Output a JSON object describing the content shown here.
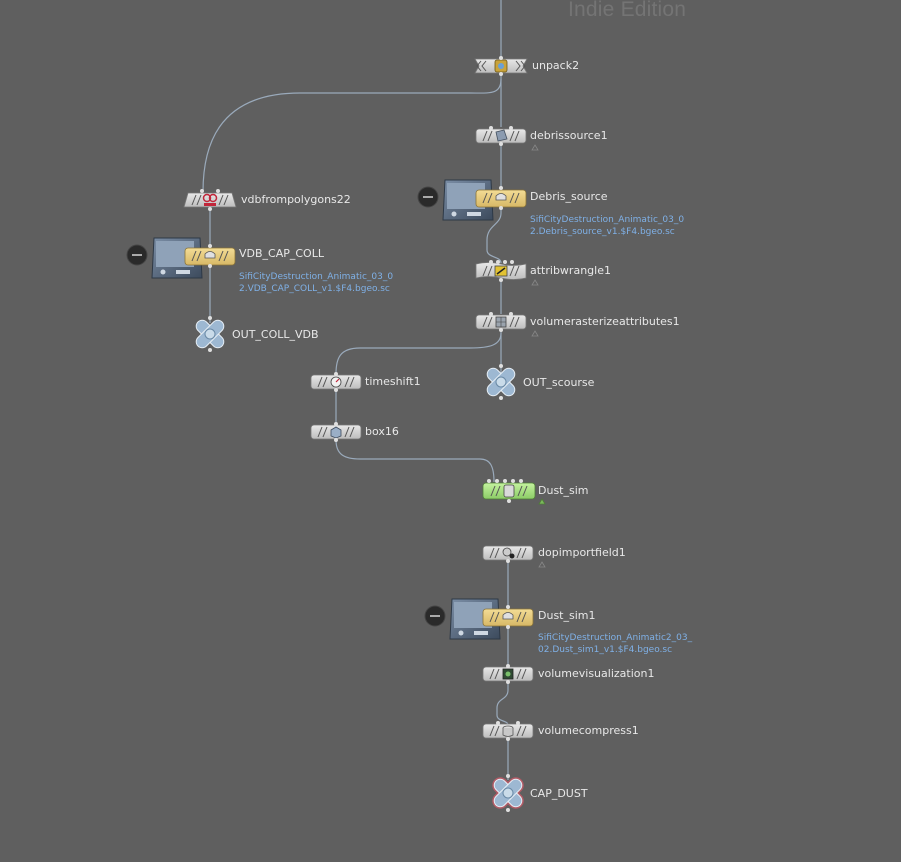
{
  "watermark": "Indie Edition",
  "nodes": {
    "unpack2": "unpack2",
    "debrissource1": "debrissource1",
    "debris_source": "Debris_source",
    "debris_source_path_1": "SifiCityDestruction_Animatic_03_0",
    "debris_source_path_2": "2.Debris_source_v1.$F4.bgeo.sc",
    "attribwrangle1": "attribwrangle1",
    "volumerasterizeattributes1": "volumerasterizeattributes1",
    "out_scourse": "OUT_scourse",
    "vdbfrompolygons22": "vdbfrompolygons22",
    "vdb_cap_coll": "VDB_CAP_COLL",
    "vdb_cap_coll_path_1": "SifiCityDestruction_Animatic_03_0",
    "vdb_cap_coll_path_2": "2.VDB_CAP_COLL_v1.$F4.bgeo.sc",
    "out_coll_vdb": "OUT_COLL_VDB",
    "timeshift1": "timeshift1",
    "box16": "box16",
    "dust_sim": "Dust_sim",
    "dopimportfield1": "dopimportfield1",
    "dust_sim1": "Dust_sim1",
    "dust_sim1_path_1": "SifiCityDestruction_Animatic2_03_",
    "dust_sim1_path_2": "02.Dust_sim1_v1.$F4.bgeo.sc",
    "volumevisualization1": "volumevisualization1",
    "volumecompress1": "volumecompress1",
    "cap_dust": "CAP_DUST"
  },
  "colors": {
    "background": "#5f5f5f",
    "wire": "#9aaabb",
    "node_default": "#d6d6d6",
    "node_file_cache": "#e9cf82",
    "node_dop": "#a9df84",
    "null_node": "#9db8d2",
    "path_text": "#7fb0e6"
  },
  "icons": {
    "unpack2": "unpack-icon",
    "debrissource1": "debris-source-icon",
    "attribwrangle1": "wrangle-icon",
    "volumerasterizeattributes1": "volume-rasterize-icon",
    "vdbfrompolygons22": "vdb-icon",
    "timeshift1": "timeshift-icon",
    "box16": "box-icon",
    "dust_sim": "dop-network-icon",
    "dopimportfield1": "dop-import-icon",
    "volumevisualization1": "volume-visualization-icon",
    "volumecompress1": "volume-compress-icon",
    "file_cache": "disk-icon",
    "null": "null-x-icon"
  }
}
